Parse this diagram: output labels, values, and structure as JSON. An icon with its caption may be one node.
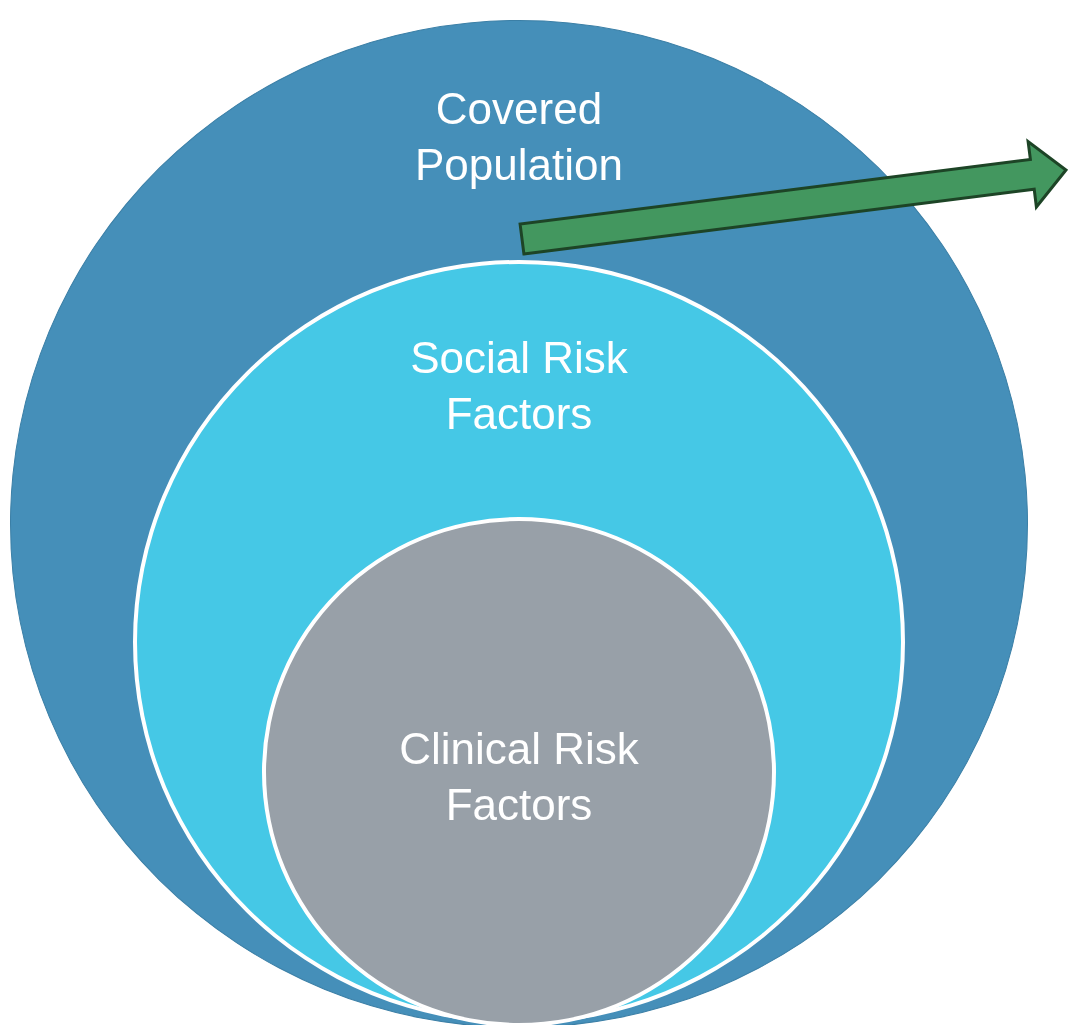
{
  "diagram": {
    "nodes": [
      {
        "text": [
          "Covered Population"
        ]
      },
      {
        "text": [
          "Social Risk Factors"
        ],
        "in": 0
      },
      {
        "text": [
          "Clinical Risk Factors"
        ],
        "in": 1
      }
    ]
  }
}
